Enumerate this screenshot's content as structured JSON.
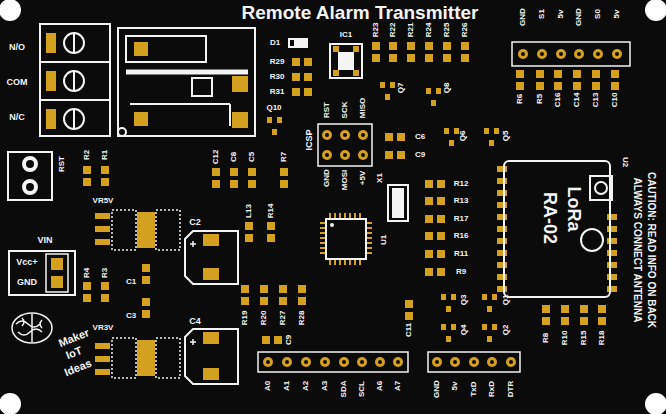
{
  "diagram": {
    "title": "Remote Alarm Transmitter",
    "nodes": [
      {
        "text": [
          "LoRa",
          "RA-02"
        ]
      },
      {
        "text": [
          "VIN",
          "Vcc+",
          "GND"
        ]
      }
    ],
    "labels": [
      "N/O",
      "COM",
      "N/C",
      "R23",
      "R22",
      "R21",
      "R24",
      "R25",
      "R26",
      "GND",
      "S1",
      "5v",
      "GND",
      "S0",
      "5v",
      "IC1",
      "D1",
      "R29",
      "R30",
      "R31",
      "R6",
      "R5",
      "C16",
      "C14",
      "C13",
      "C10",
      "RST",
      "SCK",
      "MISO",
      "Q7",
      "Q8",
      "Q10",
      "ICSP",
      "C6",
      "C9",
      "Q6",
      "Q5",
      "RST",
      "R2",
      "R1",
      "C12",
      "C8",
      "C5",
      "R7",
      "GND",
      "MOSI",
      "+5V",
      "X1",
      "U2",
      "R12",
      "R13",
      "R17",
      "R16",
      "R11",
      "R9",
      "CAUTION: READ INFO ON BACK",
      "ALWAYS CONNECT ANTENNA",
      "VR5V",
      "L13",
      "R14",
      "C2",
      "U1",
      "R4",
      "R3",
      "C1",
      "Q3",
      "Q1",
      "C3",
      "C4",
      "R19",
      "R20",
      "R27",
      "R28",
      "C11",
      "Q4",
      "Q2",
      "R8",
      "R10",
      "R15",
      "R18",
      "VR3V",
      "C9",
      "Maker",
      "IoT",
      "Ideas",
      "A0",
      "A1",
      "A2",
      "A3",
      "SDA",
      "SCL",
      "A6",
      "A7",
      "GND",
      "5v",
      "TxD",
      "RxD",
      "DTR"
    ]
  }
}
